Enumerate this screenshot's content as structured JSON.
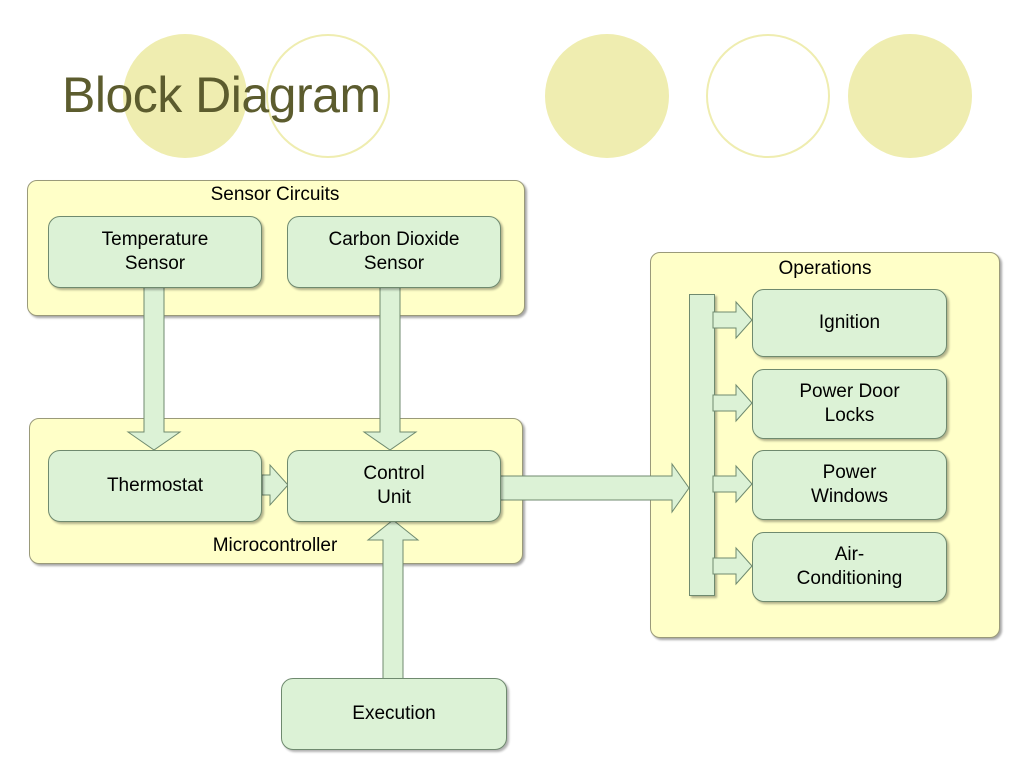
{
  "title": "Block Diagram",
  "groups": {
    "sensor_circuits": "Sensor Circuits",
    "microcontroller": "Microcontroller",
    "operations": "Operations"
  },
  "nodes": {
    "temperature_sensor": "Temperature\nSensor",
    "carbon_dioxide_sensor": "Carbon Dioxide\nSensor",
    "thermostat": "Thermostat",
    "control_unit": "Control\nUnit",
    "execution": "Execution",
    "ignition": "Ignition",
    "power_door_locks": "Power Door\nLocks",
    "power_windows": "Power\nWindows",
    "air_conditioning": "Air-\nConditioning"
  },
  "colors": {
    "group_fill": "#ffffc8",
    "node_fill": "#dcf2d6",
    "title": "#5c5c2e",
    "decoration": "#efedb0"
  }
}
